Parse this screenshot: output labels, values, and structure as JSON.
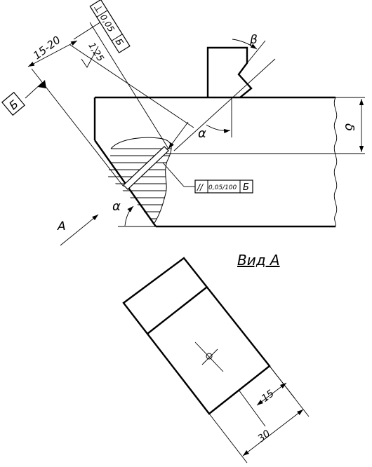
{
  "labels": {
    "datum_tag": "Б",
    "dim_offset": "15-20",
    "roughness": "1,25",
    "angle_beta": "β",
    "angle_alpha": "α",
    "dim_delta": "δ",
    "view_arrow": "А",
    "view_title": "Вид А",
    "dim_15": "15",
    "dim_30": "30"
  },
  "tolerance_perpendicular": {
    "symbol": "⊥",
    "value": "0,05",
    "datum": "Б"
  },
  "tolerance_parallel": {
    "symbol": "//",
    "value": "0,05/100",
    "datum": "Б"
  }
}
